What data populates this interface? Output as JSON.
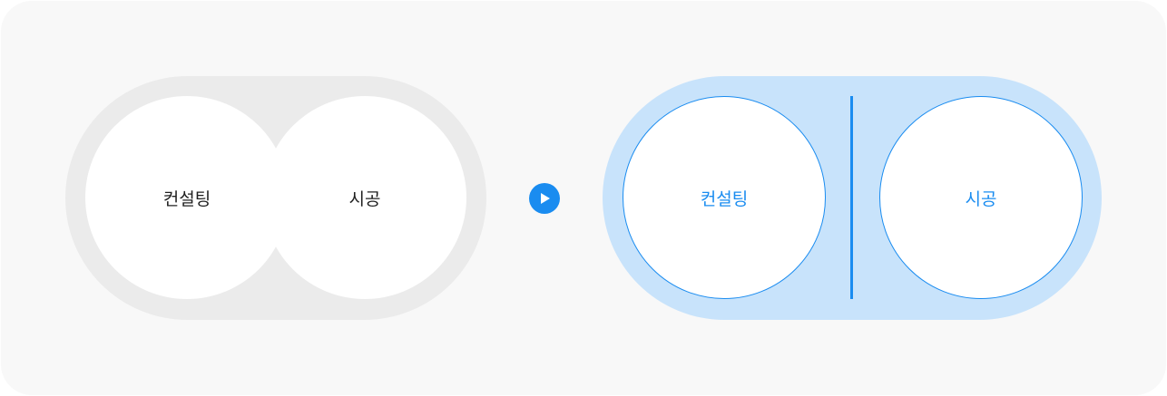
{
  "before": {
    "items": [
      {
        "label": "컨설팅"
      },
      {
        "label": "시공"
      }
    ]
  },
  "after": {
    "items": [
      {
        "label": "컨설팅"
      },
      {
        "label": "시공"
      }
    ]
  },
  "icons": {
    "arrow": "play-arrow-icon"
  },
  "colors": {
    "background": "#f8f8f8",
    "before_pill": "#ebebeb",
    "after_pill": "#c8e3fb",
    "accent": "#1a8cf0",
    "text_dark": "#1f1f1f"
  }
}
